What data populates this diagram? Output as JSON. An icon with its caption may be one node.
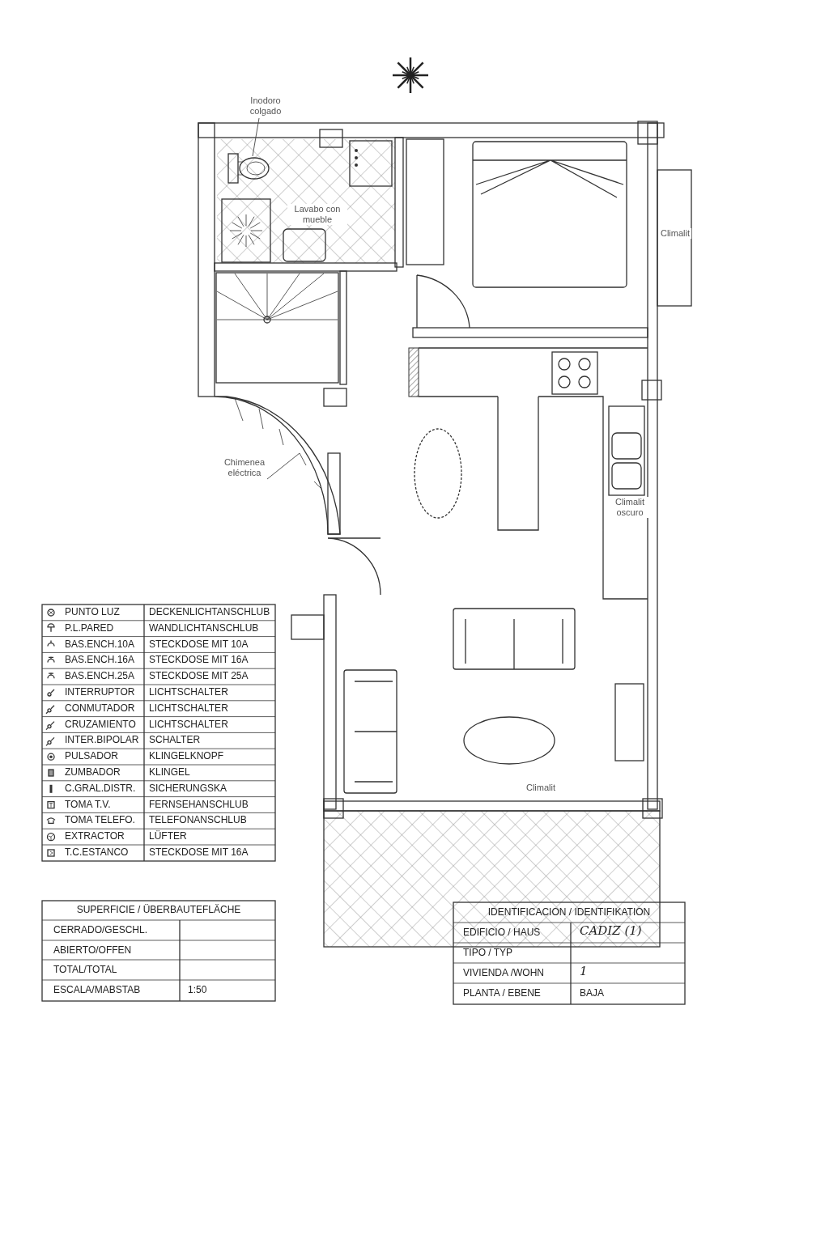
{
  "diagram": {
    "nodes": [
      {
        "text": [
          "Inodoro colgado"
        ]
      },
      {
        "text": [],
        "shape": "picture"
      },
      {
        "text": [
          "Chimenea eléctrica"
        ]
      },
      {
        "text": [],
        "shape": "picture"
      }
    ],
    "edges": [
      {
        "from": 0,
        "to": 1,
        "arrow": "none"
      },
      {
        "from": 2,
        "to": 3,
        "arrow": "none"
      }
    ],
    "labels": [
      "Lavabo con mueble",
      "Climalit",
      "Climalit oscuro",
      "Climalit",
      "PUNTO LUZ",
      "DECKENLICHTANSCHLUB",
      "P.L.PARED",
      "WANDLICHTANSCHLUB",
      "BAS.ENCH.10A",
      "STECKDOSE MIT 10A",
      "BAS.ENCH.16A",
      "STECKDOSE MIT 16A",
      "BAS.ENCH.25A",
      "STECKDOSE MIT 25A",
      "INTERRUPTOR",
      "LICHTSCHALTER",
      "CONMUTADOR",
      "LICHTSCHALTER",
      "CRUZAMIENTO",
      "LICHTSCHALTER",
      "INTER.BIPOLAR",
      "SCHALTER",
      "PULSADOR",
      "KLINGELKNOPF",
      "ZUMBADOR",
      "KLINGEL",
      "C.GRAL.DISTR.",
      "SICHERUNGSKA",
      "TOMA T.V.",
      "FERNSEHANSCHLUB",
      "TOMA TELEFO.",
      "TELEFONANSCHLUB",
      "EXTRACTOR",
      "LÜFTER",
      "T.C.ESTANCO",
      "STECKDOSE MIT 16A",
      "SUPERFICIE / ÜBERBAUTEFLÄCHE",
      "CERRADO/GESCHL.",
      "ABIERTO/OFFEN",
      "TOTAL/TOTAL",
      "ESCALA/MABSTAB",
      "1:50",
      "IDENTIFICACION / IDENTIFIKATION",
      "EDIFICIO / HAUS",
      "CADIZ (1)",
      "TIPO / TYP",
      "VIVIENDA /WOHN",
      "1",
      "PLANTA / EBENE",
      "BAJA"
    ]
  }
}
